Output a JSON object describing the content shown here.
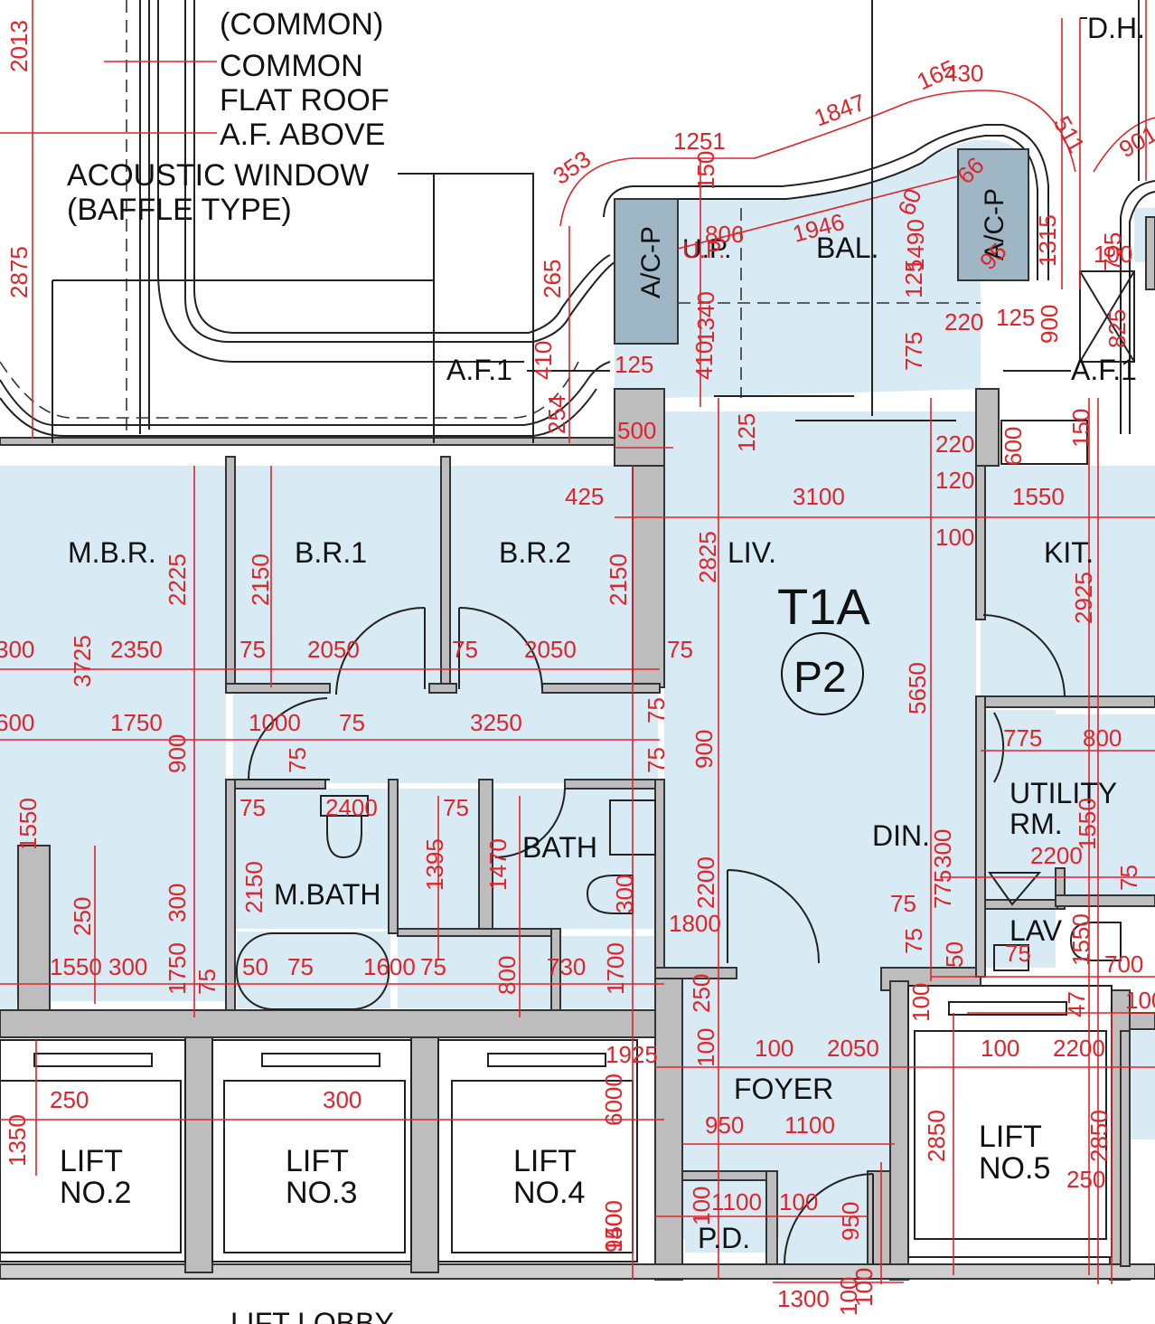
{
  "notes": {
    "common": "(COMMON)",
    "flat_roof": [
      "COMMON",
      "FLAT ROOF"
    ],
    "af_above": "A.F. ABOVE",
    "acoustic": [
      "ACOUSTIC WINDOW",
      "(BAFFLE TYPE)"
    ],
    "dh": "D.H.",
    "af1_left": "A.F.1",
    "af1_right": "A.F.1",
    "lift_lobby": "LIFT LOBBY"
  },
  "unit": {
    "type": "T1A",
    "tag": "P2"
  },
  "rooms": [
    {
      "id": "mbr",
      "label": "M.B.R."
    },
    {
      "id": "br1",
      "label": "B.R.1"
    },
    {
      "id": "br2",
      "label": "B.R.2"
    },
    {
      "id": "liv",
      "label": "LIV."
    },
    {
      "id": "kit",
      "label": "KIT."
    },
    {
      "id": "bal",
      "label": "BAL."
    },
    {
      "id": "up",
      "label": "U.P."
    },
    {
      "id": "acp1",
      "label": "A/C-P"
    },
    {
      "id": "acp2",
      "label": "A/C-P"
    },
    {
      "id": "bath",
      "label": "BATH"
    },
    {
      "id": "mbath",
      "label": "M.BATH"
    },
    {
      "id": "din",
      "label": "DIN."
    },
    {
      "id": "utility1",
      "label": "UTILITY"
    },
    {
      "id": "utility2",
      "label": "RM."
    },
    {
      "id": "lav",
      "label": "LAV"
    },
    {
      "id": "foyer",
      "label": "FOYER"
    },
    {
      "id": "pd",
      "label": "P.D."
    }
  ],
  "lifts": [
    {
      "line1": "LIFT",
      "line2": "NO.2"
    },
    {
      "line1": "LIFT",
      "line2": "NO.3"
    },
    {
      "line1": "LIFT",
      "line2": "NO.4"
    },
    {
      "line1": "LIFT",
      "line2": "NO.5"
    }
  ],
  "dimensions": [
    "2013",
    "2875",
    "1251",
    "150",
    "1847",
    "165",
    "430",
    "511",
    "901",
    "353",
    "806",
    "1946",
    "60",
    "66",
    "1490",
    "1315",
    "100",
    "795",
    "265",
    "U.P.",
    "1340",
    "125",
    "220",
    "125",
    "95",
    "900",
    "825",
    "410",
    "410",
    "125",
    "775",
    "254",
    "500",
    "125",
    "220",
    "600",
    "150",
    "425",
    "3100",
    "120",
    "1550",
    "100",
    "2825",
    "2925",
    "2225",
    "2150",
    "2150",
    "300",
    "3725",
    "2350",
    "75",
    "2050",
    "75",
    "2050",
    "75",
    "5650",
    "600",
    "1750",
    "1000",
    "75",
    "3250",
    "75",
    "900",
    "75",
    "75",
    "900",
    "775",
    "800",
    "75",
    "2400",
    "75",
    "1395",
    "1470",
    "1550",
    "1550",
    "300",
    "2150",
    "2200",
    "1800",
    "75",
    "300",
    "2200",
    "75",
    "775",
    "300",
    "75",
    "50",
    "75",
    "1550",
    "700",
    "250",
    "1550",
    "300",
    "1750",
    "75",
    "50",
    "75",
    "1600",
    "75",
    "800",
    "730",
    "1700",
    "250",
    "100",
    "100",
    "47",
    "100",
    "2050",
    "100",
    "2200",
    "100",
    "1925",
    "250",
    "300",
    "6000",
    "1400",
    "950",
    "1100",
    "2850",
    "2850",
    "250",
    "1350",
    "100",
    "1100",
    "100",
    "950",
    "950",
    "100",
    "1300",
    "100"
  ]
}
